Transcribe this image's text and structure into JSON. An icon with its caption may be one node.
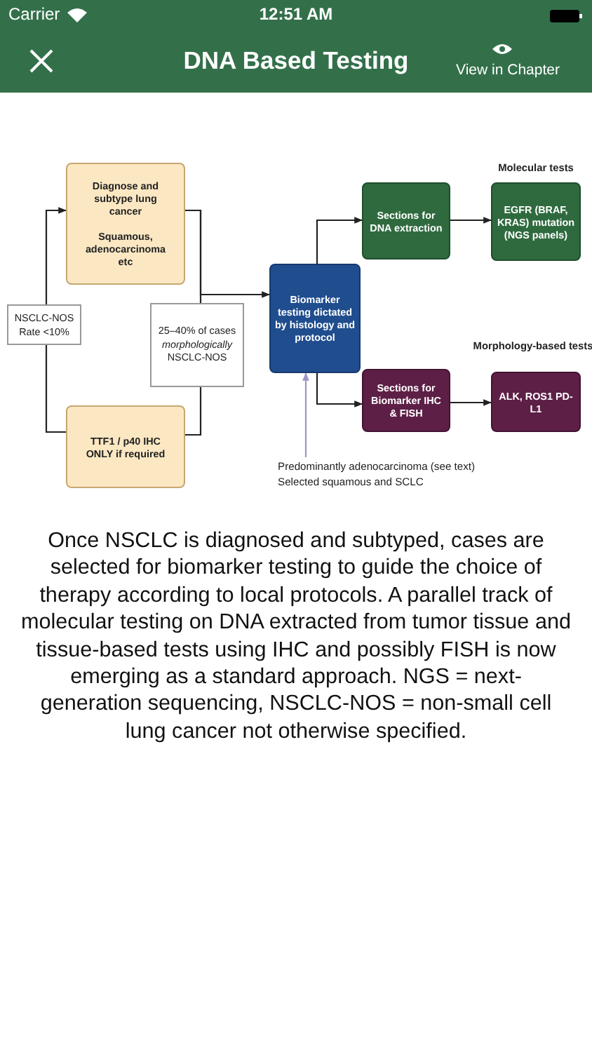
{
  "diagram": {
    "title": "DNA Based Testing",
    "caption": "Once NSCLC is diagnosed and subtyped, cases are selected for biomarker testing to guide the choice of therapy according to local protocols. A parallel track of molecular testing on DNA extracted from tumor tissue and tissue-based tests using IHC and possibly FISH is now emerging as a standard approach. NGS = next-generation sequencing, NSCLC-NOS = non-small cell lung cancer not otherwise specified.",
    "nodes": [
      {
        "text": [
          "Diagnose and subtype lung cancer",
          "Squamous, adenocarcinoma etc"
        ]
      },
      {
        "text": [
          "TTF1 / p40 IHC ONLY if required"
        ]
      },
      {
        "text": [
          "Biomarker testing dictated by histology and protocol"
        ]
      },
      {
        "text": [
          "Sections for DNA extraction"
        ]
      },
      {
        "text": [
          "EGFR (BRAF, KRAS) mutation (NGS panels)"
        ],
        "beside": [
          "Molecular tests"
        ]
      },
      {
        "text": [
          "Sections for Biomarker IHC & FISH"
        ]
      },
      {
        "text": [
          "ALK, ROS1 PD-L1"
        ],
        "beside": [
          "Morphology-based tests"
        ]
      },
      {
        "text": [
          "Predominantly adenocarcinoma (see text)",
          "Selected squamous and SCLC"
        ]
      }
    ],
    "edges": [
      {
        "from": 0,
        "to": 2,
        "arrow": "to"
      },
      {
        "from": 0,
        "to": 1,
        "arrow": "none",
        "label": "25–40% of cases *morphologically* NSCLC-NOS"
      },
      {
        "from": 1,
        "to": 0,
        "arrow": "to",
        "label": "NSCLC-NOS Rate <10%"
      },
      {
        "from": 2,
        "to": 3,
        "arrow": "to"
      },
      {
        "from": 3,
        "to": 4,
        "arrow": "to"
      },
      {
        "from": 2,
        "to": 5,
        "arrow": "to"
      },
      {
        "from": 5,
        "to": 6,
        "arrow": "to"
      },
      {
        "from": 7,
        "to": 2,
        "arrow": "to",
        "color": "#9a96c8"
      }
    ],
    "labels": [
      "Carrier",
      "12:51 AM",
      "View in Chapter"
    ]
  }
}
